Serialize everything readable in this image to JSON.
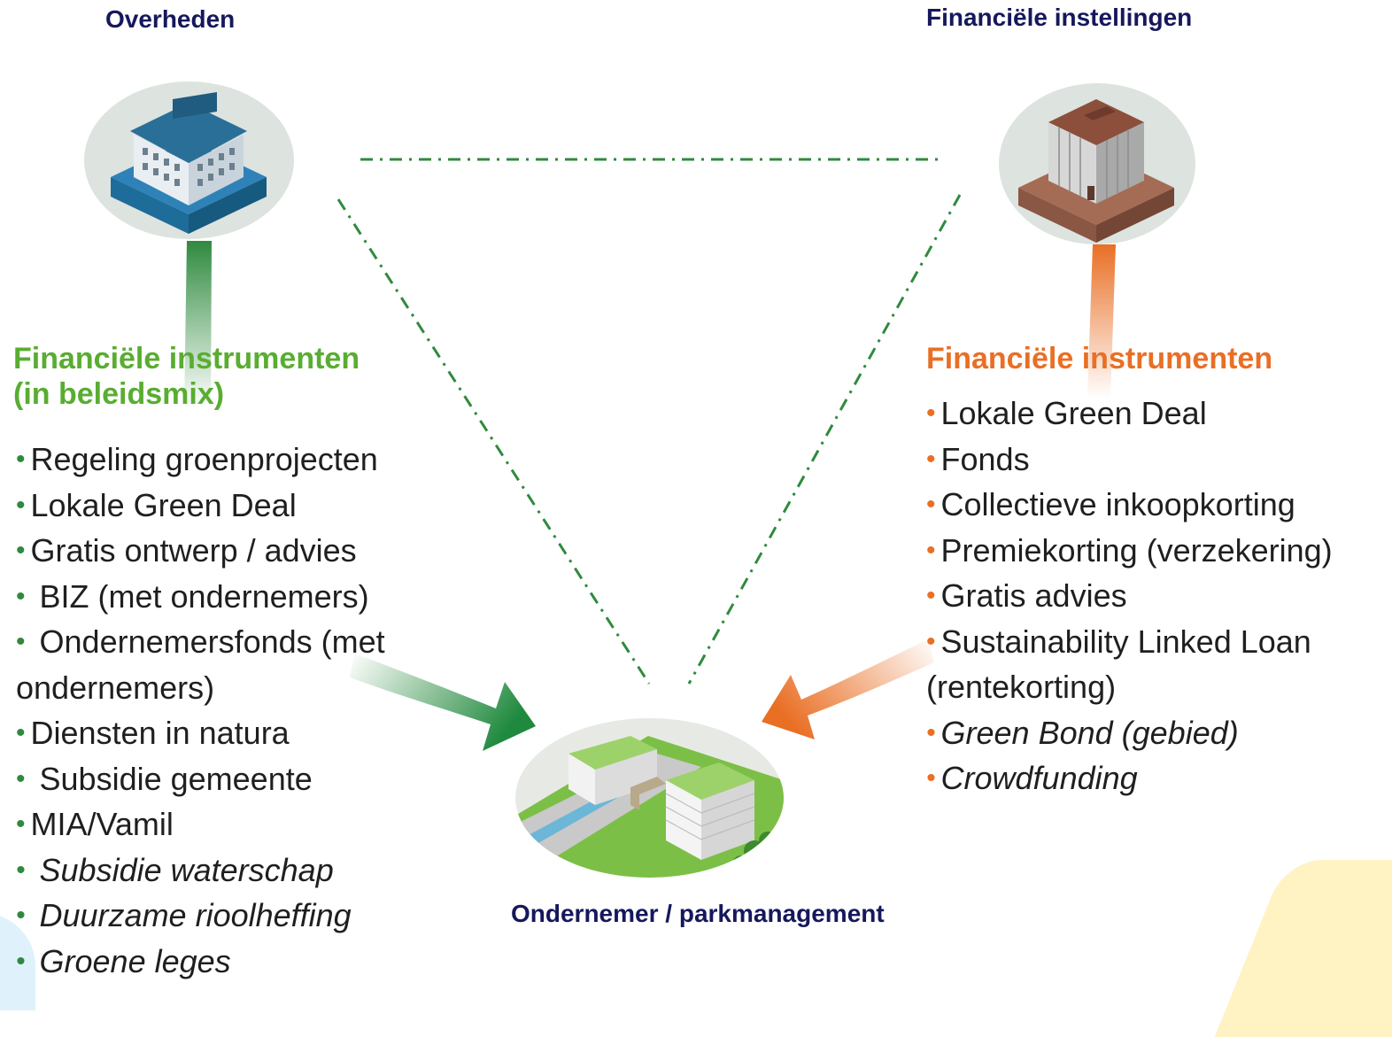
{
  "titles": {
    "government": "Overheden",
    "financial_institutions": "Financiële instellingen",
    "entrepreneur": "Ondernemer / parkmanagement"
  },
  "left_panel": {
    "heading_line1": "Financiële instrumenten",
    "heading_line2": "(in beleidsmix)",
    "heading_color": "#59ad31",
    "bullet_color": "#2f8a3e",
    "items": [
      {
        "text": "Regeling groenprojecten",
        "italic": false
      },
      {
        "text": "Lokale Green Deal",
        "italic": false
      },
      {
        "text": "Gratis ontwerp / advies",
        "italic": false
      },
      {
        "text": " BIZ (met ondernemers)",
        "italic": false
      },
      {
        "text": " Ondernemersfonds (met ondernemers)",
        "italic": false
      },
      {
        "text": "Diensten in natura",
        "italic": false
      },
      {
        "text": " Subsidie gemeente",
        "italic": false
      },
      {
        "text": "MIA/Vamil",
        "italic": false
      },
      {
        "text": " Subsidie waterschap",
        "italic": true
      },
      {
        "text": " Duurzame rioolheffing",
        "italic": true
      },
      {
        "text": " Groene leges",
        "italic": true
      }
    ]
  },
  "right_panel": {
    "heading": "Financiële instrumenten",
    "heading_color": "#e96f25",
    "bullet_color": "#e96f25",
    "items": [
      {
        "text": "Lokale Green Deal",
        "italic": false
      },
      {
        "text": "Fonds",
        "italic": false
      },
      {
        "text": "Collectieve inkoopkorting",
        "italic": false
      },
      {
        "text": "Premiekorting (verzekering)",
        "italic": false
      },
      {
        "text": "Gratis advies",
        "italic": false
      },
      {
        "text": "Sustainability Linked Loan (rentekorting)",
        "italic": false
      },
      {
        "text": "Green Bond (gebied)",
        "italic": true
      },
      {
        "text": "Crowdfunding",
        "italic": true
      }
    ]
  },
  "icons": {
    "government": "government-building-icon",
    "financial": "office-tower-icon",
    "business": "business-park-icon"
  },
  "colors": {
    "title_navy": "#16185c",
    "connector_green": "#2f8a3e",
    "arrow_green": "#1f8a3f",
    "arrow_orange": "#e96f25"
  }
}
